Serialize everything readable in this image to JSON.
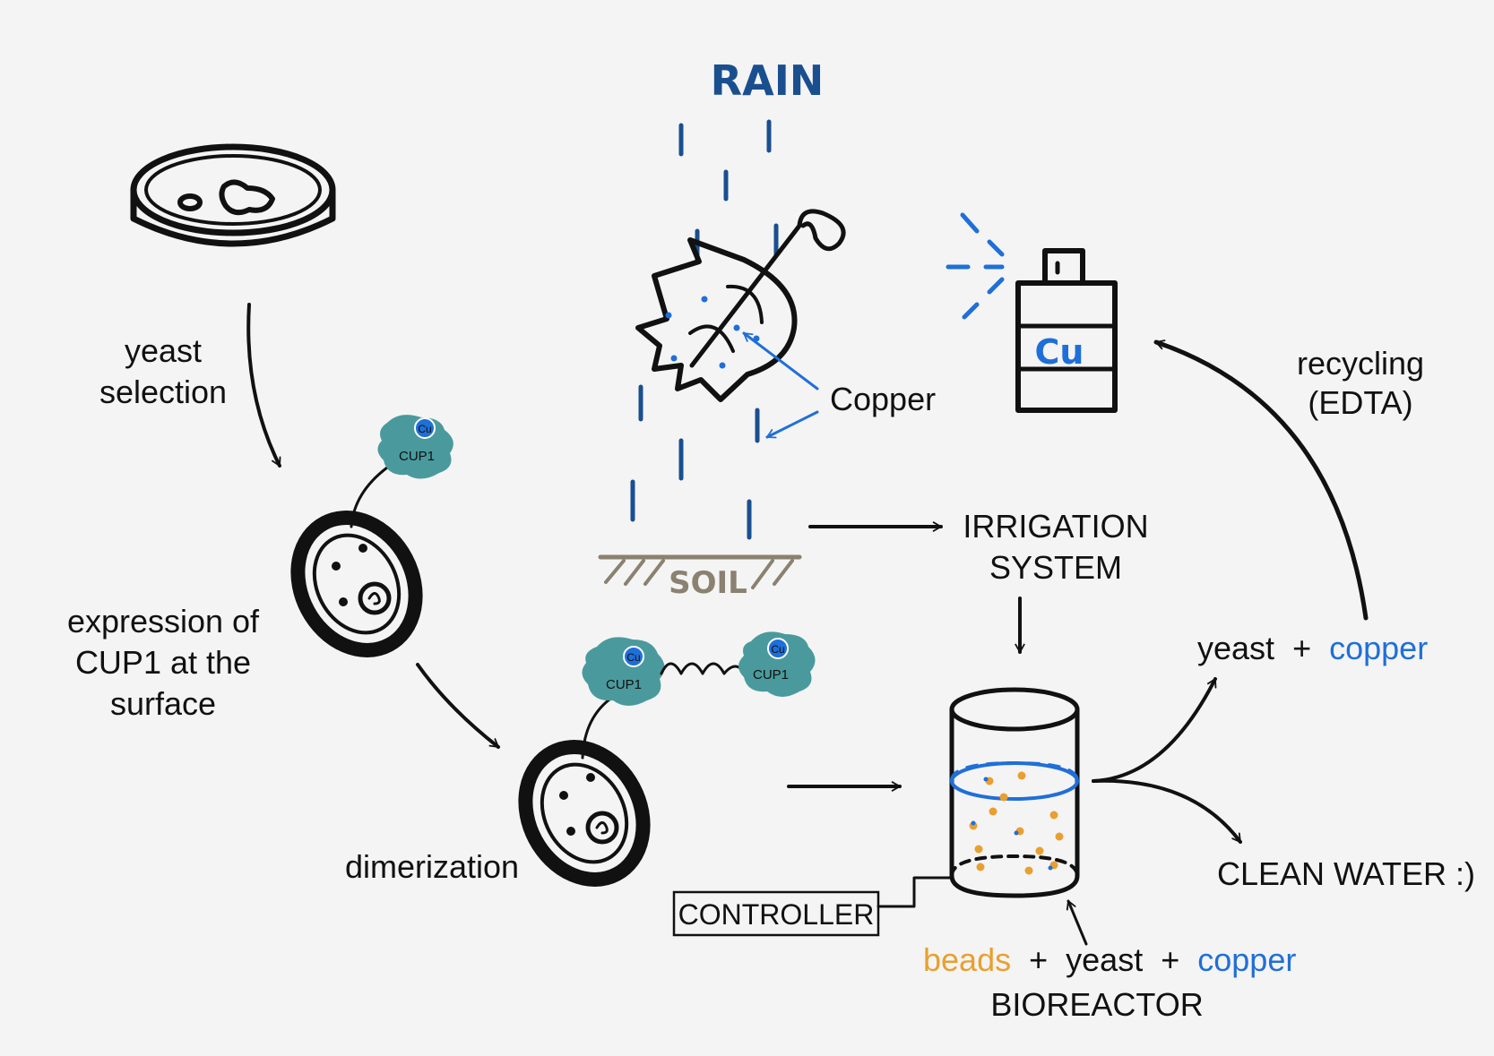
{
  "labels": {
    "rain": "RAIN",
    "soil": "SOIL",
    "copper_pointer": "Copper",
    "bottle_label": "Cu",
    "yeast_selection_1": "yeast",
    "yeast_selection_2": "selection",
    "expression_1": "expression of",
    "expression_2": "CUP1 at the",
    "expression_3": "surface",
    "dimerization": "dimerization",
    "irrigation_1": "IRRIGATION",
    "irrigation_2": "SYSTEM",
    "recycling_1": "recycling",
    "recycling_2": "(EDTA)",
    "yeast_copper_yeast": "yeast",
    "plus": "+",
    "yeast_copper_copper": "copper",
    "clean_water": "CLEAN WATER :)",
    "controller": "CONTROLLER",
    "beads": "beads",
    "br_yeast": "yeast",
    "br_copper": "copper",
    "bioreactor": "BIOREACTOR",
    "cup1": "CUP1",
    "cu": "Cu"
  },
  "colors": {
    "rain": "#1a4f8f",
    "copper": "#1f6fd8",
    "protein": "#4a9a9d",
    "soil": "#8a8170",
    "beads": "#e8a030",
    "ink": "#111111"
  }
}
